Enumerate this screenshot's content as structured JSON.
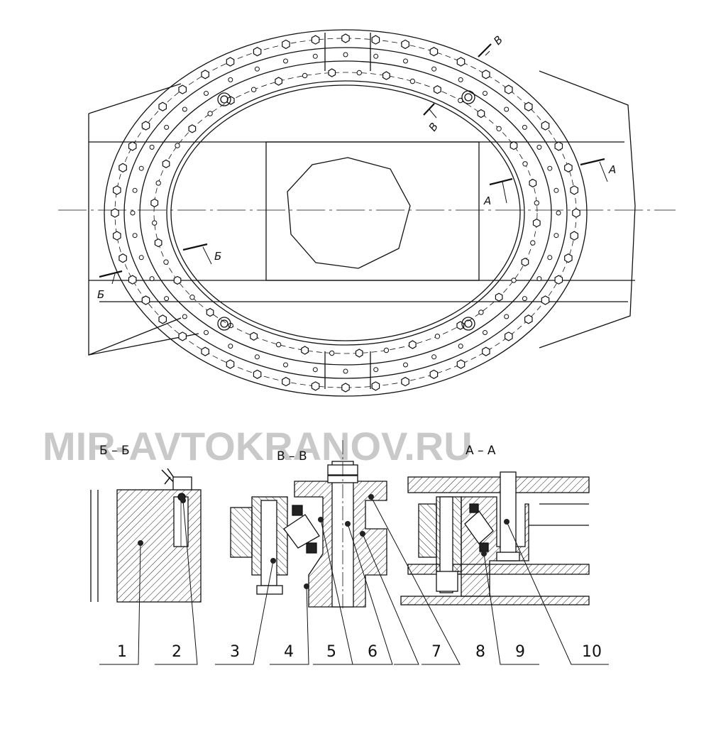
{
  "watermark": "MIR-AVTOKRANOV.RU",
  "section_titles": {
    "bb": "Б – Б",
    "vv": "В – В",
    "aa": "А – А"
  },
  "cut_marks": {
    "b": "Б",
    "v": "В",
    "a": "А"
  },
  "callouts": [
    "1",
    "2",
    "3",
    "4",
    "5",
    "6",
    "7",
    "8",
    "9",
    "10"
  ]
}
